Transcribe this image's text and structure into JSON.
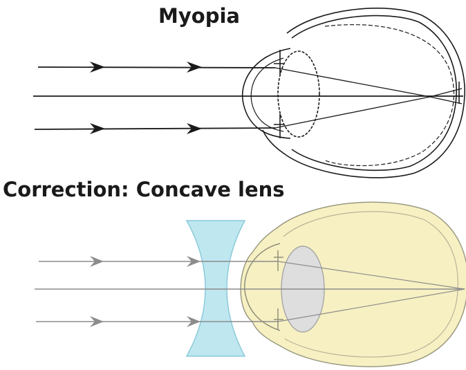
{
  "top_panel": {
    "title": "Myopia"
  },
  "bottom_panel": {
    "title": "Correction: Concave lens"
  },
  "colors": {
    "background": "#ffffff",
    "ink": "#1a1a1a",
    "eye_fill": "#f7f0c2",
    "eye_outline": "#9a9a82",
    "lens_fill": "#bfe7f0",
    "lens_outline": "#86c8d8",
    "ray_gray": "#8c8c8c"
  },
  "icons": {
    "arrow": "arrowhead-icon",
    "eye": "eye-cross-section",
    "lens": "concave-lens"
  }
}
